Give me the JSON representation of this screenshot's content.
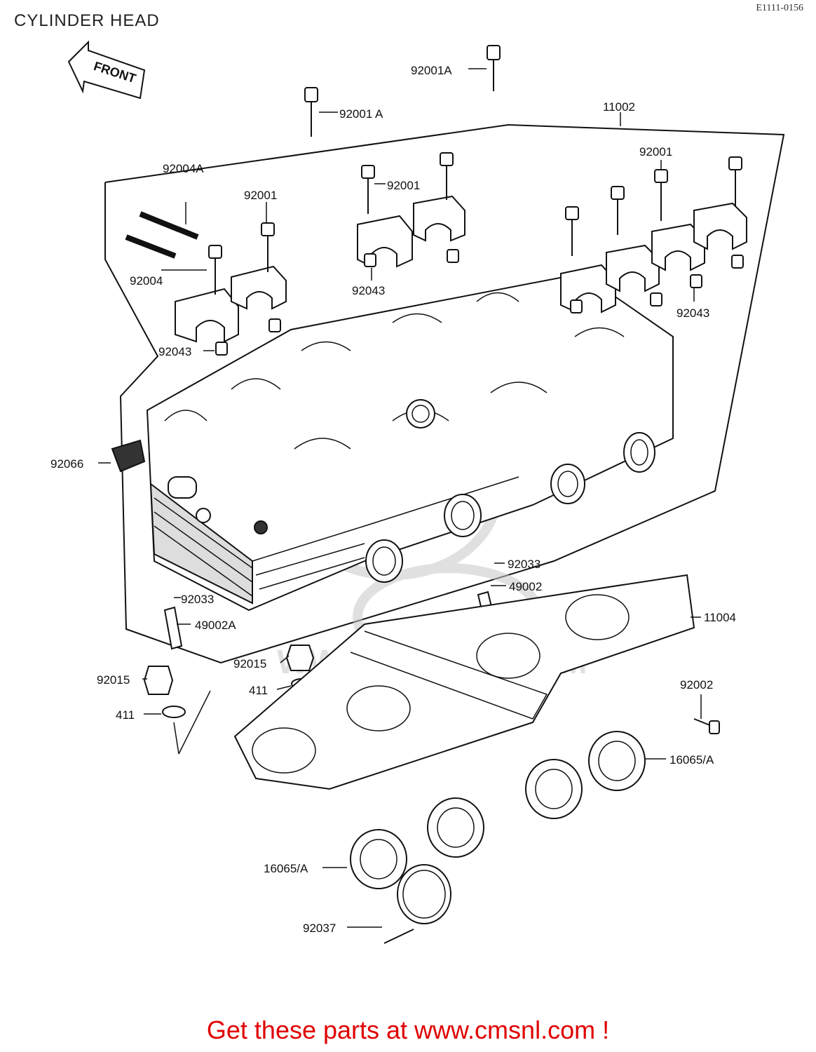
{
  "title": "CYLINDER HEAD",
  "ref_code": "E1111-0156",
  "front_arrow_label": "FRONT",
  "watermark": "WWW.CMSNL.COM",
  "footer_link": "Get these parts at www.cmsnl.com !",
  "callouts": {
    "c1": "92001A",
    "c2": "92001 A",
    "c3": "11002",
    "c4": "92001",
    "c5": "92004A",
    "c6": "92001",
    "c7": "92001",
    "c8": "92004",
    "c9": "92043",
    "c10": "92043",
    "c11": "92043",
    "c12": "92066",
    "c13": "92033",
    "c14": "49002",
    "c15": "92033",
    "c16": "49002A",
    "c17": "11004",
    "c18": "92015",
    "c19": "92015",
    "c20": "411",
    "c21": "411",
    "c22": "92002",
    "c23": "16065/A",
    "c24": "16065/A",
    "c25": "92037"
  },
  "colors": {
    "line": "#111111",
    "footer": "#e00000",
    "watermark": "#c8c8c8"
  }
}
